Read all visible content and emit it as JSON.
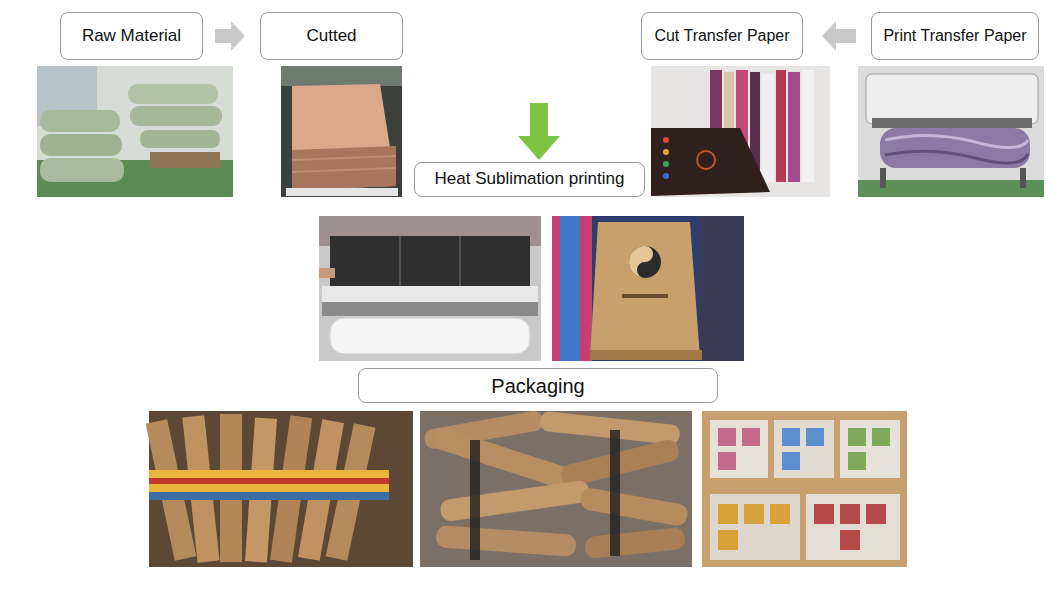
{
  "diagram": {
    "nodes": [
      {
        "text": [
          "Raw Material"
        ]
      },
      {
        "text": [
          "Cutted"
        ]
      },
      {
        "text": [
          "Cut Transfer Paper"
        ]
      },
      {
        "text": [
          "Print Transfer Paper"
        ]
      },
      {
        "text": [
          "Heat Sublimation printing"
        ]
      },
      {
        "text": [
          "Packaging"
        ]
      }
    ],
    "edges": [
      {
        "from": 0,
        "to": 1,
        "arrow": "to"
      },
      {
        "from": 3,
        "to": 2,
        "arrow": "to"
      }
    ]
  }
}
